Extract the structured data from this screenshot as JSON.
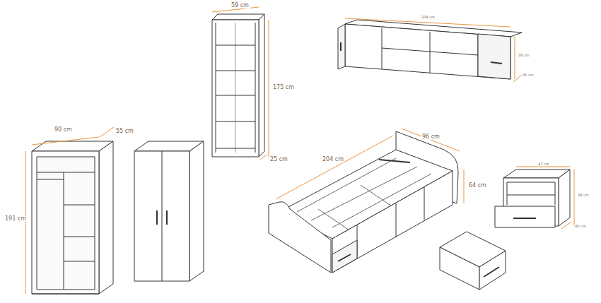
{
  "diagram": {
    "labels": [
      "90 cm",
      "55 cm",
      "191 cm",
      "59 cm",
      "175 cm",
      "25 cm",
      "204 cm",
      "38 cm",
      "35 cm",
      "204 cm",
      "96 cm",
      "64 cm",
      "47 cm",
      "38 cm",
      "40 cm"
    ]
  }
}
